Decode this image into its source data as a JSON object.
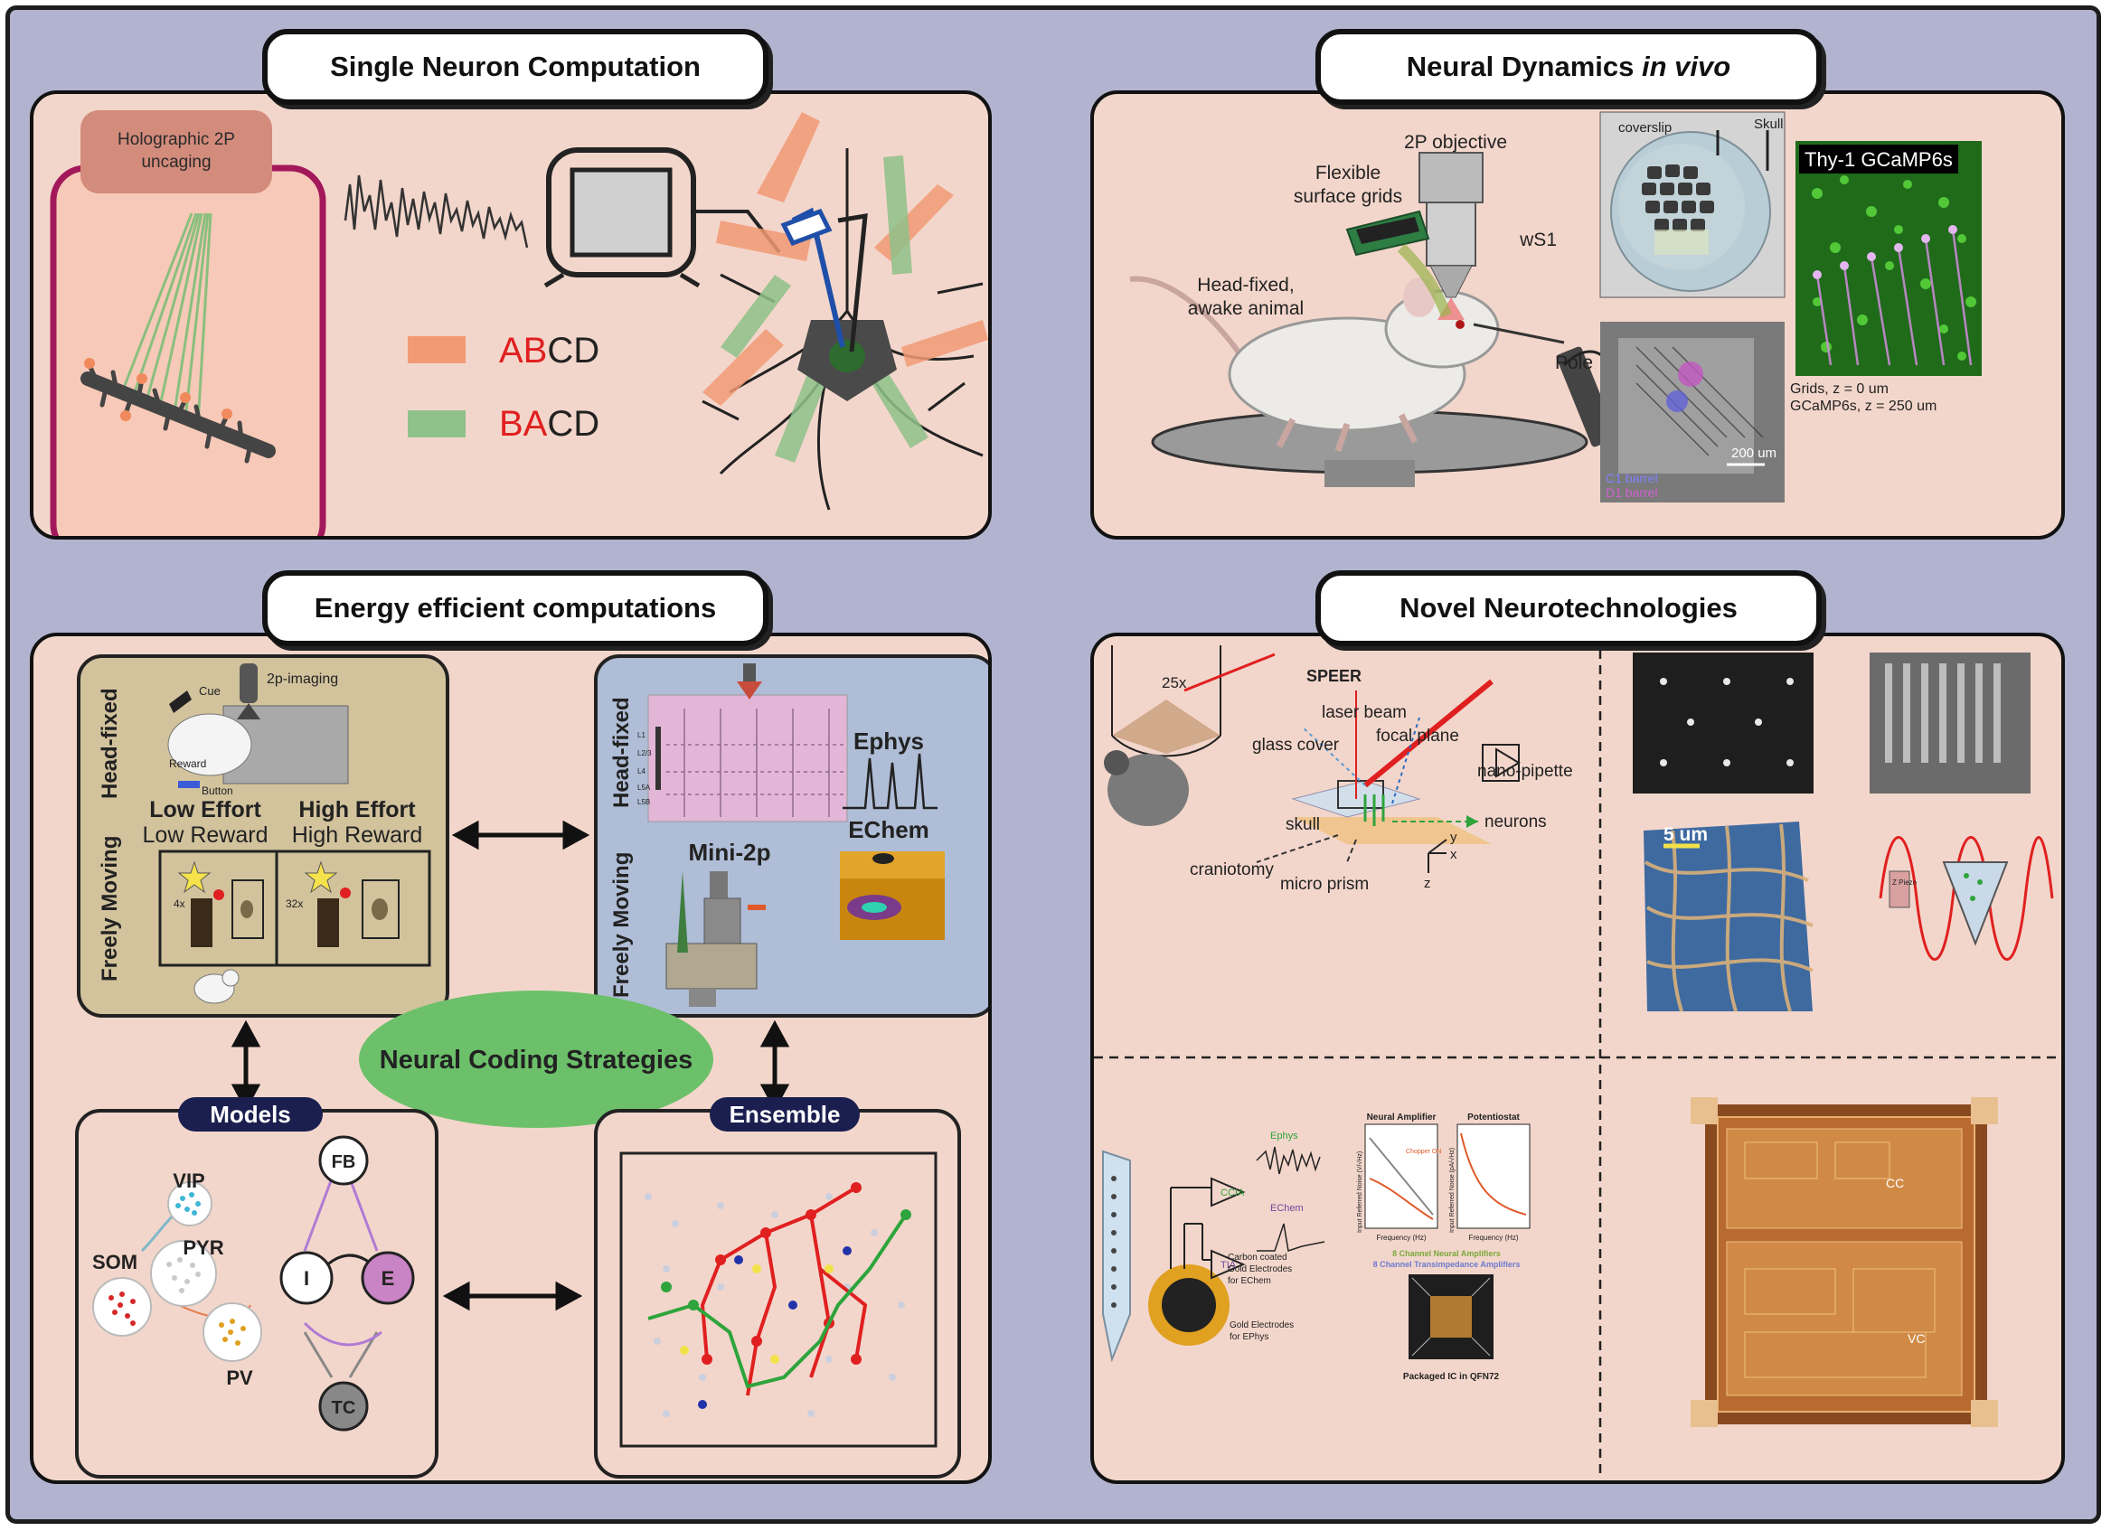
{
  "panels": {
    "single_neuron": {
      "title": "Single Neuron Computation",
      "uncaging_label_1": "Holographic 2P",
      "uncaging_label_2": "uncaging",
      "legend": [
        {
          "red": "AB",
          "black": "CD",
          "color": "#f19a74"
        },
        {
          "red": "BA",
          "black": "CD",
          "color": "#8fc18a"
        }
      ]
    },
    "neural_dynamics": {
      "title_prefix": "Neural Dynamics ",
      "title_italic": "in vivo",
      "objective": "2P objective",
      "grids_1": "Flexible",
      "grids_2": "surface grids",
      "animal_1": "Head-fixed,",
      "animal_2": "awake animal",
      "coverslip": "coverslip",
      "skull": "Skull",
      "ws1": "wS1",
      "pole": "Pole",
      "scale": "200 um",
      "c1": "C1 barrel",
      "d1": "D1 barrel",
      "gcamp": "Thy-1 GCaMP6s",
      "caption_1": "Grids, z = 0 um",
      "caption_2": "GCaMP6s, z = 250 um"
    },
    "energy": {
      "title": "Energy efficient computations",
      "head_fixed": "Head-fixed",
      "freely_moving": "Freely Moving",
      "cue": "Cue",
      "imaging": "2p-imaging",
      "reward": "Reward",
      "button": "Button",
      "low_effort": "Low Effort",
      "low_reward": "Low Reward",
      "high_effort": "High Effort",
      "high_reward": "High Reward",
      "x4": "4x",
      "x32": "32x",
      "ephys": "Ephys",
      "echem": "EChem",
      "mini2p": "Mini-2p",
      "layers": [
        "L1",
        "L2/3",
        "L4",
        "L5A",
        "L5B"
      ],
      "coding": "Neural Coding Strategies",
      "models": "Models",
      "ensemble": "Ensemble",
      "nodes": {
        "fb": "FB",
        "i": "I",
        "e": "E",
        "tc": "TC",
        "vip": "VIP",
        "pyr": "PYR",
        "som": "SOM",
        "pv": "PV"
      }
    },
    "neurotech": {
      "title": "Novel Neurotechnologies",
      "speer": "SPEER",
      "mag": "25x",
      "laser_beam": "laser beam",
      "glass_cover": "glass cover",
      "focal_plane": "focal plane",
      "nano_pipette": "nano-pipette",
      "skull": "skull",
      "neurons": "neurons",
      "craniotomy": "craniotomy",
      "micro_prism": "micro prism",
      "axis_y": "y",
      "axis_x": "x",
      "axis_z": "z",
      "scale_5um": "5 um",
      "piezo": "Z Piezo",
      "ccia": "CCIA",
      "tia": "TIA",
      "ephys": "Ephys",
      "echem": "EChem",
      "carbon_1": "Carbon coated",
      "carbon_2": "Gold Electrodes",
      "carbon_3": "for EChem",
      "gold_1": "Gold Electrodes",
      "gold_2": "for EPhys",
      "amp_title": "Neural Amplifier",
      "pot_title": "Potentiostat",
      "amp_ylabel": "Input Referred Noise (V/√Hz)",
      "pot_ylabel": "Input Referred Noise (pA/√Hz)",
      "freq_label": "Frequency (Hz)",
      "chopper": "Chopper ON",
      "neural_amps": "8 Channel Neural Amplifiers",
      "tia_amps": "8 Channel Transimpedance Amplifiers",
      "packaged": "Packaged IC in QFN72",
      "cc": "CC",
      "vc": "VC"
    }
  },
  "colors": {
    "background": "#b1b3cf",
    "panel": "#f3d6cb",
    "orange": "#f19a74",
    "green": "#8fc18a",
    "red_label": "#e02020",
    "olive_box": "#d2c39d",
    "blue_box": "#afbdd6",
    "coding_ellipse": "#6cc06a",
    "navy_tab": "#1a1f4f"
  }
}
